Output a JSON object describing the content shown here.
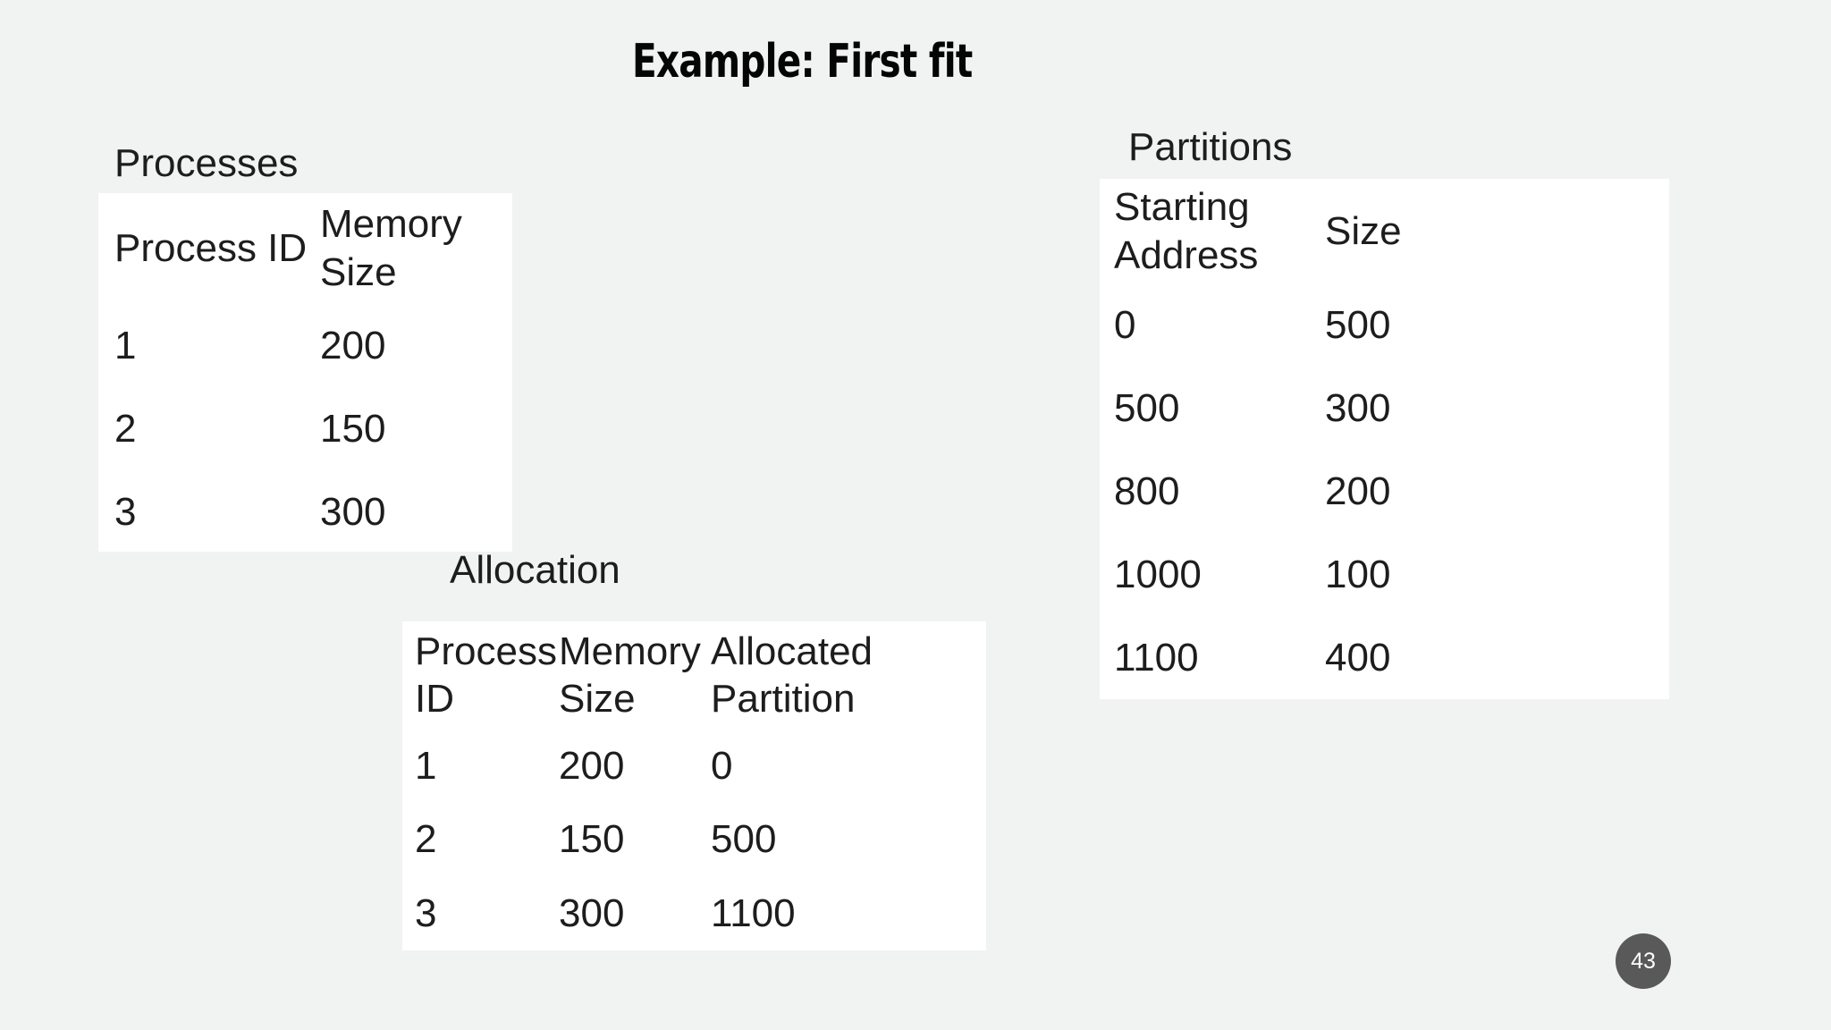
{
  "title": "Example: First fit",
  "page_number": "43",
  "colors": {
    "bg": "#f1f2f2",
    "card": "#ffffff",
    "text": "#1d1d1d",
    "title": "#050505",
    "badge": "#595959",
    "badge-text": "#ffffff"
  },
  "tables": {
    "processes": {
      "label": "Processes",
      "headers": [
        "Process ID",
        "Memory Size"
      ],
      "rows": [
        [
          "1",
          "200"
        ],
        [
          "2",
          "150"
        ],
        [
          "3",
          "300"
        ]
      ]
    },
    "partitions": {
      "label": "Partitions",
      "headers": [
        "Starting Address",
        "Size"
      ],
      "rows": [
        [
          "0",
          "500"
        ],
        [
          "500",
          "300"
        ],
        [
          "800",
          "200"
        ],
        [
          "1000",
          "100"
        ],
        [
          "1100",
          "400"
        ]
      ]
    },
    "allocation": {
      "label": "Allocation",
      "headers": [
        "Process ID",
        "Memory Size",
        "Allocated Partition"
      ],
      "rows": [
        [
          "1",
          "200",
          "0"
        ],
        [
          "2",
          "150",
          "500"
        ],
        [
          "3",
          "300",
          "1100"
        ]
      ]
    }
  }
}
